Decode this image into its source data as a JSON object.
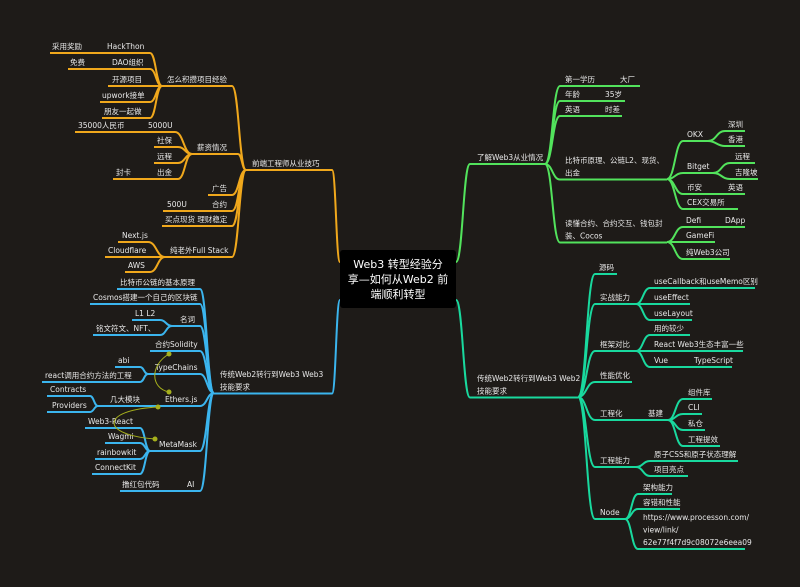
{
  "center": {
    "lines": [
      "Web3 转型经验分",
      "享—如何从Web2 前",
      "端顺利转型"
    ]
  },
  "colors": {
    "background": "#1e1b18",
    "orange": "#f0a81c",
    "blue": "#3bb5ee",
    "green": "#52e35c",
    "teal": "#19d99e",
    "link": "#a6b01c"
  },
  "lt": {
    "title": "前端工程师从业技巧",
    "project": {
      "title": "怎么积攒项目经验",
      "hackathon": "HackThon",
      "hackathon_note": "采用奖励",
      "dao": "DAO组织",
      "dao_note": "免费",
      "opensource": "开源项目",
      "upwork": "upwork接单",
      "friends": "朋友一起做"
    },
    "salary": {
      "title": "薪资情况",
      "usdt": "5000U",
      "rmb": "35000人民币",
      "social": "社保",
      "remote": "远程",
      "withdraw": "出金",
      "card": "封卡"
    },
    "ads": "广告",
    "contract": "合约",
    "contract_note": "500U",
    "spot": "买点现货 理财稳定",
    "fullstack": {
      "title": "纯老外Full Stack",
      "next": "Next.js",
      "cloudflare": "Cloudflare",
      "aws": "AWS"
    }
  },
  "lb": {
    "title": [
      "传统Web2转行到Web3 Web3",
      "技能要求"
    ],
    "btc": "比特币公链的基本原理",
    "cosmos": "Cosmos搭建一个自己的区块链",
    "terms": {
      "title": "名词",
      "l1l2": "L1 L2",
      "nft": "铭文符文、NFT、"
    },
    "solidity": "合约Solidity",
    "typechains": {
      "title": "TypeChains",
      "abi": "abi",
      "react": "react调用合约方法的工程"
    },
    "ethers": "Ethers.js",
    "modules": {
      "title": "几大模块",
      "contracts": "Contracts",
      "providers": "Providers"
    },
    "metamask": {
      "title": "MetaMask",
      "web3react": "Web3-React",
      "wagmi": "Wagmi",
      "rainbowkit": "rainbowkit",
      "connectkit": "ConnectKit"
    },
    "ai": {
      "title": "AI",
      "note": "撸红包代码"
    }
  },
  "rt": {
    "title": "了解Web3从业情况",
    "edu": "第一学历",
    "edu_note": "大厂",
    "age": "年龄",
    "age_note": "35岁",
    "english": "英语",
    "english_note": "时差",
    "btc": {
      "title": [
        "比特币原理、公链L2、现货、",
        "出金"
      ],
      "okx": {
        "title": "OKX",
        "sz": "深圳",
        "hk": "香港"
      },
      "bitget": {
        "title": "Bitget",
        "remote": "远程",
        "kl": "吉隆坡"
      },
      "binance": {
        "title": "币安",
        "note": "英语"
      },
      "cex": "CEX交易所"
    },
    "contract": {
      "title": [
        "读懂合约、合约交互、钱包封",
        "装、Cocos"
      ],
      "defi": "Defi",
      "dapp": "DApp",
      "gamefi": "GameFi",
      "web3co": "纯Web3公司"
    }
  },
  "rb": {
    "title": [
      "传统Web2转行到Web3 Web2",
      "技能要求"
    ],
    "source": "源码",
    "practice": {
      "title": "实战能力",
      "cb": "useCallback和useMemo区别",
      "effect": "useEffect",
      "layout": "useLayout"
    },
    "framework": {
      "title": "框架对比",
      "less": "用的较少",
      "react": "React Web3生态丰富一些",
      "vue": "Vue",
      "ts": "TypeScript"
    },
    "perf": "性能优化",
    "eng": {
      "title": "工程化",
      "infra": "基建",
      "components": "组件库",
      "cli": "CLI",
      "private": "私仓",
      "efficiency": "工程提效"
    },
    "ability": {
      "title": "工程能力",
      "css": "原子CSS和原子状态理解",
      "highlight": "项目亮点"
    },
    "node": {
      "title": "Node",
      "arch": "架构能力",
      "fault": "容错和性能",
      "url": [
        "https://www.processon.com/",
        "view/link/",
        "62e77f4f7d9c08072e6eea09"
      ]
    }
  }
}
